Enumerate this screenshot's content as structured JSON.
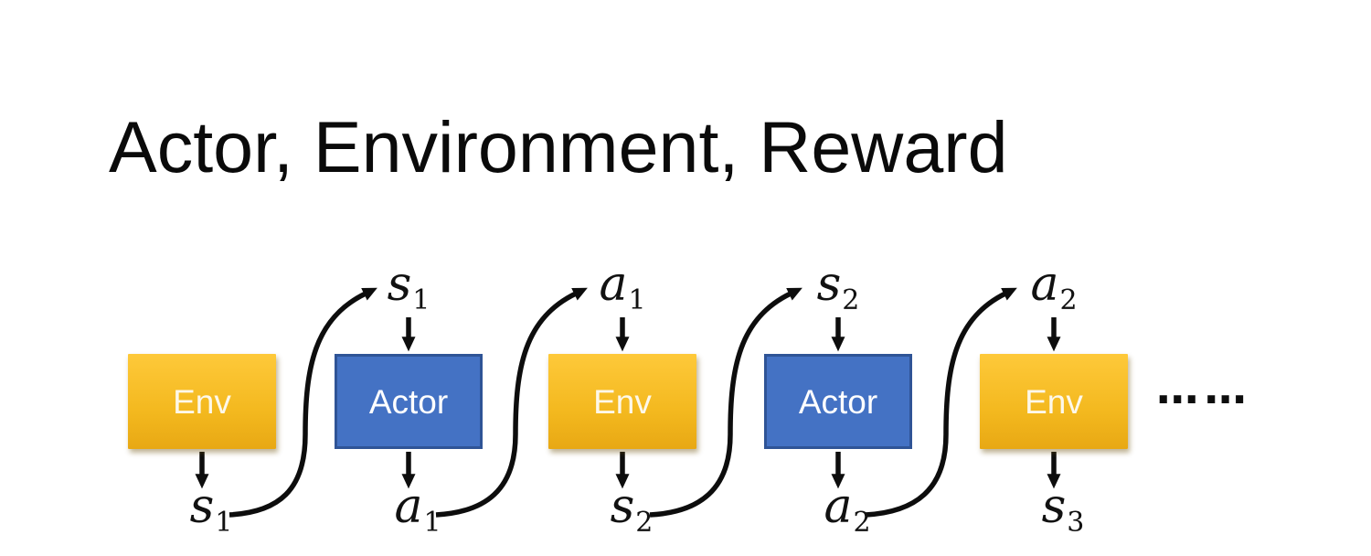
{
  "slide": {
    "title": "Actor, Environment, Reward",
    "ellipsis": "... ...",
    "boxes": [
      {
        "label": "Env",
        "type": "env"
      },
      {
        "label": "Actor",
        "type": "actor"
      },
      {
        "label": "Env",
        "type": "env"
      },
      {
        "label": "Actor",
        "type": "actor"
      },
      {
        "label": "Env",
        "type": "env"
      }
    ],
    "top_labels": [
      {
        "base": "s",
        "sub": "1"
      },
      {
        "base": "a",
        "sub": "1"
      },
      {
        "base": "s",
        "sub": "2"
      },
      {
        "base": "a",
        "sub": "2"
      }
    ],
    "bottom_labels": [
      {
        "base": "s",
        "sub": "1"
      },
      {
        "base": "a",
        "sub": "1"
      },
      {
        "base": "s",
        "sub": "2"
      },
      {
        "base": "a",
        "sub": "2"
      },
      {
        "base": "s",
        "sub": "3"
      }
    ],
    "colors": {
      "env_gradient_top": "#FEC93A",
      "env_gradient_mid": "#F3B81E",
      "env_gradient_bottom": "#E8A814",
      "actor_fill": "#4472C4",
      "actor_border": "#2F5496",
      "arrow": "#0D0D0D",
      "title_text": "#0A0A0A",
      "label_text": "#111111",
      "box_text_env": "#FDF8EA",
      "box_text_actor": "#FFFFFF"
    }
  }
}
